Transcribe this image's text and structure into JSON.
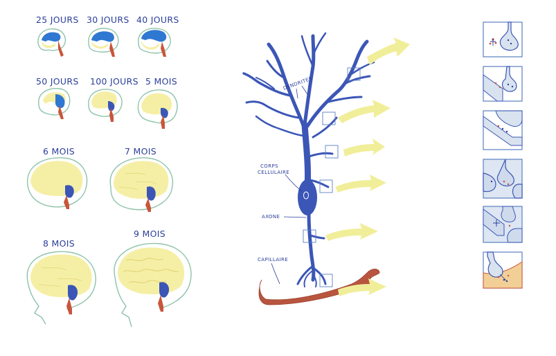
{
  "brain_development": {
    "stages": [
      {
        "label": "25 JOURS"
      },
      {
        "label": "30 JOURS"
      },
      {
        "label": "40 JOURS"
      },
      {
        "label": "50 JOURS"
      },
      {
        "label": "100 JOURS"
      },
      {
        "label": "5 MOIS"
      },
      {
        "label": "6 MOIS"
      },
      {
        "label": "7 MOIS"
      },
      {
        "label": "8 MOIS"
      },
      {
        "label": "9 MOIS"
      }
    ]
  },
  "neuron": {
    "labels": {
      "dendrites": "DENDRITES",
      "cell_body": [
        "CORPS",
        "CELLULAIRE"
      ],
      "axon": "AXONE",
      "capillary": "CAPILLAIRE"
    }
  },
  "colors": {
    "ink": "#2b3f9a",
    "neuron": "#3b56b6",
    "brain": "#f5efa6",
    "brain_blue": "#2f78d2",
    "brainstem": "#c9553a",
    "skin_line": "#8ec3a9",
    "capillary": "#b8553e",
    "arrow": "#f1ee9a",
    "panel_bg": "#dde6f2"
  }
}
